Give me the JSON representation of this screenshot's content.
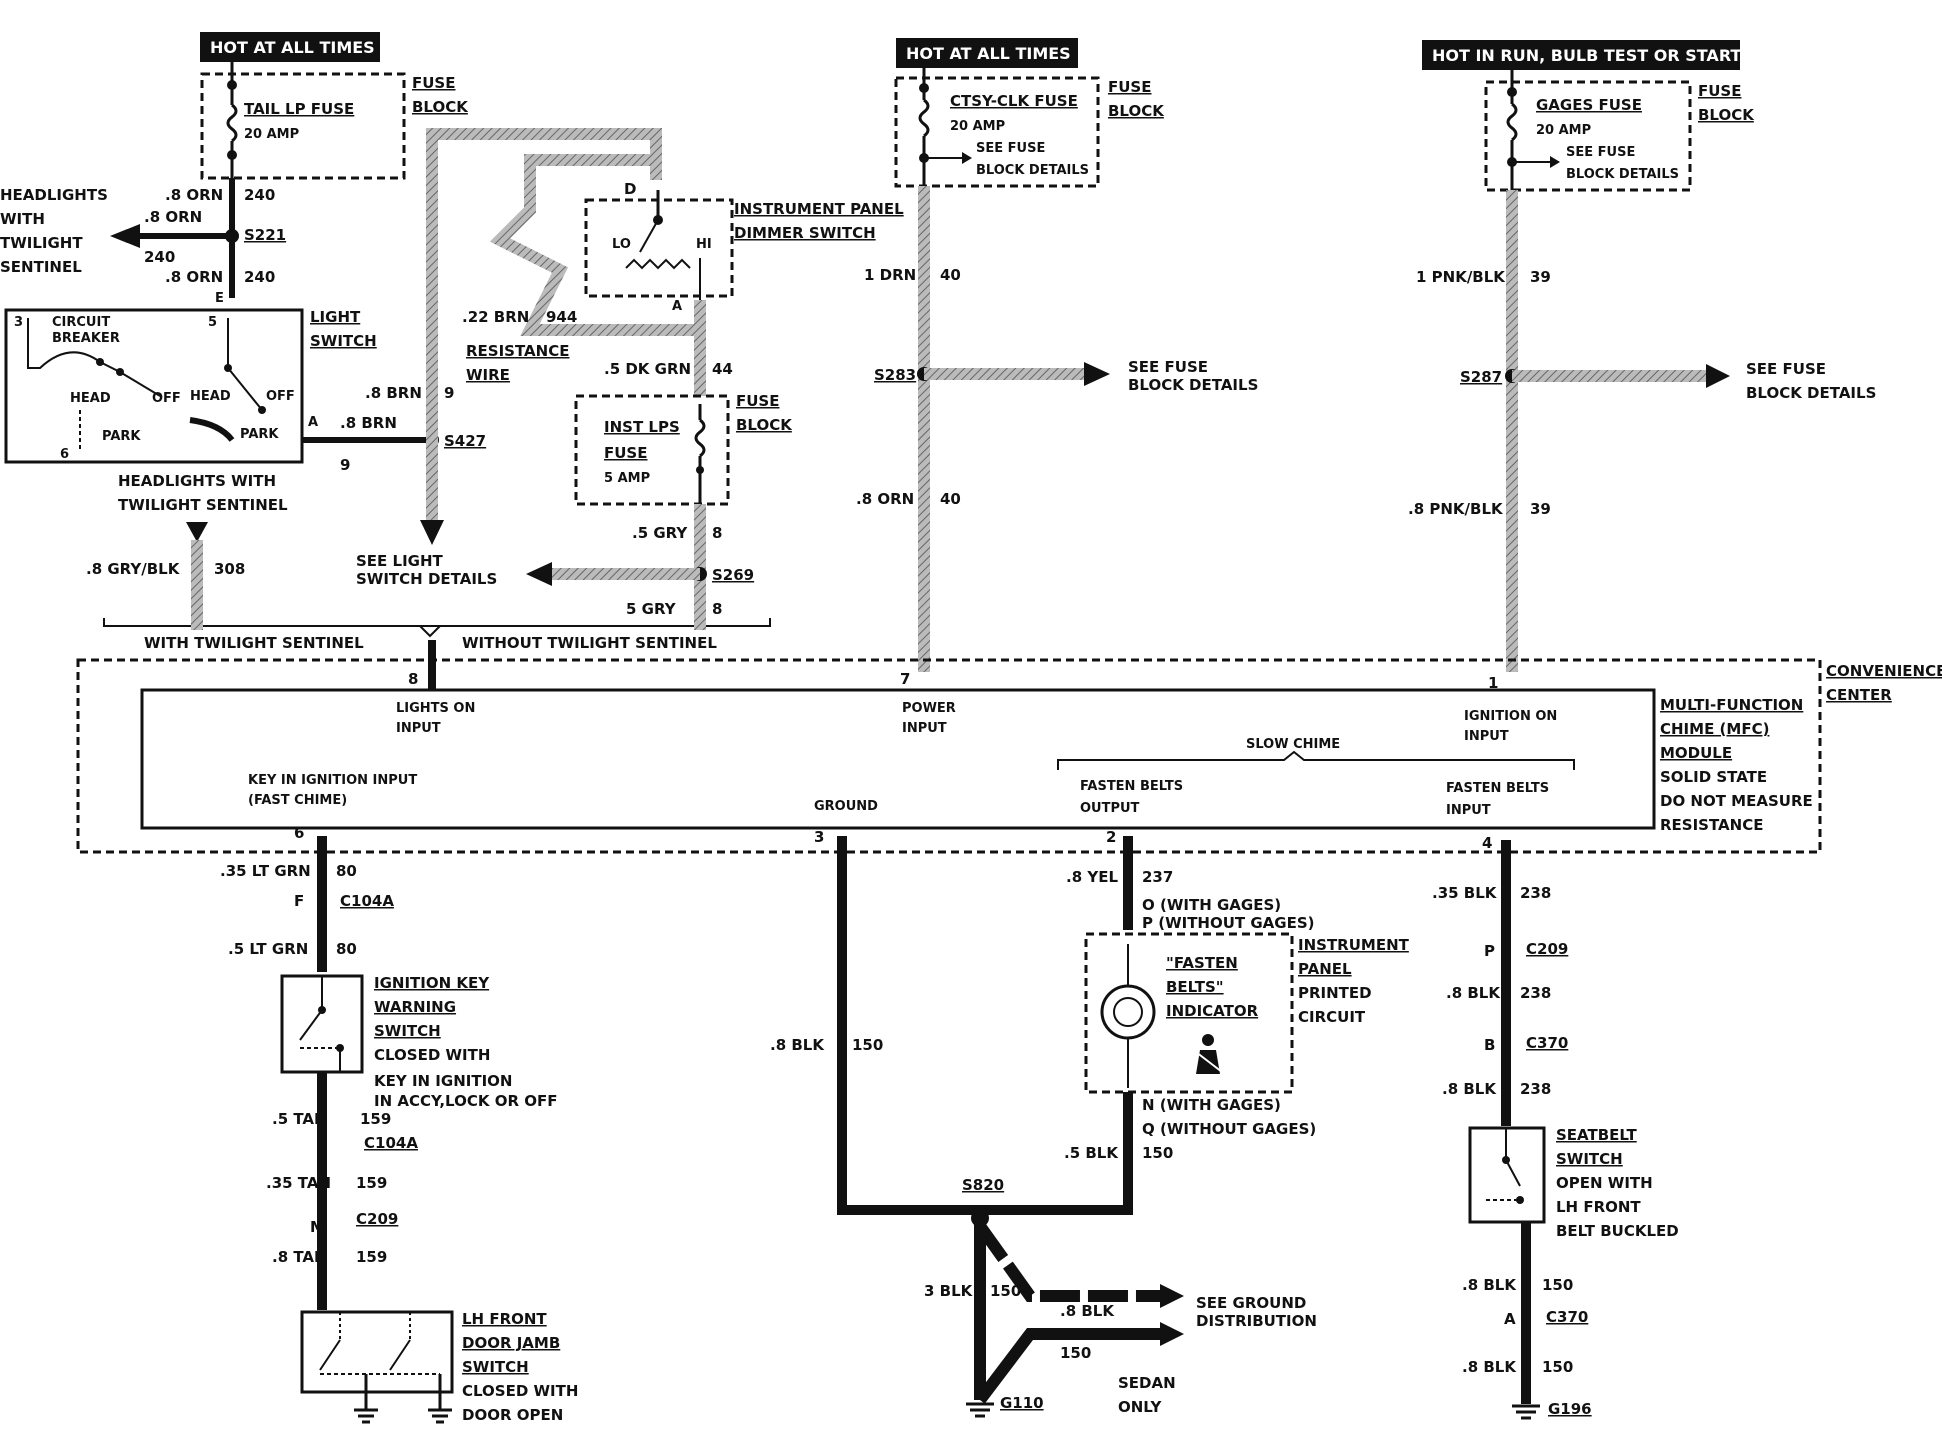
{
  "power_labels": [
    "HOT AT ALL TIMES",
    "HOT AT ALL TIMES",
    "HOT IN RUN, BULB TEST OR START"
  ],
  "fuse_block_word": "FUSE",
  "fuse_block_word2": "BLOCK",
  "tail_fuse": {
    "name": "TAIL LP FUSE",
    "amp": "20 AMP"
  },
  "ctsy_fuse": {
    "name": "CTSY-CLK FUSE",
    "amp": "20 AMP",
    "see1": "SEE FUSE",
    "see2": "BLOCK DETAILS"
  },
  "gages_fuse": {
    "name": "GAGES FUSE",
    "amp": "20 AMP",
    "see1": "SEE FUSE",
    "see2": "BLOCK DETAILS"
  },
  "inst_fuse": {
    "l1": "INST LPS",
    "l2": "FUSE",
    "amp": "5 AMP"
  },
  "headlights": {
    "l1": "HEADLIGHTS",
    "l2": "WITH",
    "l3": "TWILIGHT",
    "l4": "SENTINEL"
  },
  "light_switch": {
    "l1": "LIGHT",
    "l2": "SWITCH",
    "cb1": "CIRCUIT",
    "cb2": "BREAKER",
    "head": "HEAD",
    "off": "OFF",
    "park": "PARK",
    "p3": "3",
    "p5": "5",
    "p6": "6",
    "pE": "E",
    "pA": "A"
  },
  "headlights_tw": {
    "l1": "HEADLIGHTS WITH",
    "l2": "TWILIGHT SENTINEL"
  },
  "dimmer": {
    "l1": "INSTRUMENT PANEL",
    "l2": "DIMMER SWITCH",
    "d": "D",
    "lo": "LO",
    "hi": "HI",
    "a": "A"
  },
  "resistance": {
    "l1": "RESISTANCE",
    "l2": "WIRE"
  },
  "see_light": {
    "l1": "SEE LIGHT",
    "l2": "SWITCH DETAILS"
  },
  "see_fuse": {
    "l1": "SEE FUSE",
    "l2": "BLOCK DETAILS"
  },
  "wires": {
    "w240a": ".8 ORN",
    "c240a": "240",
    "w240b": ".8 ORN",
    "c240b": "240",
    "w240c": ".8 ORN",
    "c240c": "240",
    "w9a": ".8 BRN",
    "c9a": "9",
    "w9b": ".8 BRN",
    "c9b": "9",
    "w944": ".22 BRN",
    "c944": "944",
    "w44": ".5 DK GRN",
    "c44": "44",
    "w8a": ".5 GRY",
    "c8a": "8",
    "w8b": "5 GRY",
    "c8b": "8",
    "w308": ".8 GRY/BLK",
    "c308": "308",
    "w40a": "1 DRN",
    "c40a": "40",
    "w40b": ".8 ORN",
    "c40b": "40",
    "w39a": "1 PNK/BLK",
    "c39a": "39",
    "w39b": ".8 PNK/BLK",
    "c39b": "39",
    "w80a": ".35 LT GRN",
    "c80a": "80",
    "w80b": ".5 LT GRN",
    "c80b": "80",
    "w159a": ".5 TAN",
    "c159a": "159",
    "w159b": ".35 TAN",
    "c159b": "159",
    "w159c": ".8 TAN",
    "c159c": "159",
    "w150a": ".8 BLK",
    "c150a": "150",
    "w237": ".8 YEL",
    "c237": "237",
    "w150b": ".5 BLK",
    "c150b": "150",
    "w150c": "3 BLK",
    "c150c": "150",
    "w150d": ".8 BLK",
    "c150d": "150",
    "w238a": ".35 BLK",
    "c238a": "238",
    "w238b": ".8 BLK",
    "c238b": "238",
    "w238c": ".8 BLK",
    "c238c": "238",
    "w150e": ".8 BLK",
    "c150e": "150",
    "w150f": ".8 BLK",
    "c150f": "150"
  },
  "splices": {
    "s221": "S221",
    "s427": "S427",
    "s269": "S269",
    "s283": "S283",
    "s287": "S287",
    "s820": "S820"
  },
  "connectors": {
    "c104a": "C104A",
    "c104a2": "C104A",
    "c209": "C209",
    "c209b": "C209",
    "c370": "C370",
    "c370b": "C370",
    "pF": "F",
    "pE": "E",
    "pM": "M",
    "pP": "P",
    "pB": "B",
    "pA": "A"
  },
  "grounds": {
    "g110": "G110",
    "g196": "G196"
  },
  "sentinel": {
    "with": "WITH TWILIGHT SENTINEL",
    "without": "WITHOUT TWILIGHT SENTINEL"
  },
  "conv_center": {
    "l1": "CONVENIENCE",
    "l2": "CENTER"
  },
  "mfc": {
    "l1": "MULTI-FUNCTION",
    "l2": "CHIME (MFC)",
    "l3": "MODULE",
    "l4": "SOLID STATE",
    "l5": "DO NOT MEASURE",
    "l6": "RESISTANCE"
  },
  "pins": {
    "p8": "8",
    "lights_on1": "LIGHTS ON",
    "lights_on2": "INPUT",
    "p7": "7",
    "power1": "POWER",
    "power2": "INPUT",
    "p1": "1",
    "ign1": "IGNITION ON",
    "ign2": "INPUT",
    "slow": "SLOW CHIME",
    "key1": "KEY IN IGNITION  INPUT",
    "key2": "(FAST CHIME)",
    "ground": "GROUND",
    "fbo1": "FASTEN BELTS",
    "fbo2": "OUTPUT",
    "fbi1": "FASTEN BELTS",
    "fbi2": "INPUT",
    "p6": "6",
    "p3": "3",
    "p2": "2",
    "p4": "4"
  },
  "ign_switch": {
    "l1": "IGNITION KEY",
    "l2": "WARNING",
    "l3": "SWITCH",
    "l4": "CLOSED WITH",
    "l5": "KEY IN IGNITION",
    "l6": "IN ACCY,LOCK OR OFF"
  },
  "door_switch": {
    "l1": "LH FRONT",
    "l2": "DOOR JAMB",
    "l3": "SWITCH",
    "l4": "CLOSED WITH",
    "l5": "DOOR OPEN"
  },
  "fasten": {
    "o1": "O (WITH GAGES)",
    "o2": "P (WITHOUT GAGES)",
    "t1": "\"FASTEN",
    "t2": "BELTS\"",
    "t3": "INDICATOR",
    "ip1": "INSTRUMENT",
    "ip2": "PANEL",
    "ip3": "PRINTED",
    "ip4": "CIRCUIT",
    "n1": "N (WITH GAGES)",
    "n2": "Q (WITHOUT GAGES)"
  },
  "ground_dist": {
    "l1": "SEE GROUND",
    "l2": "DISTRIBUTION",
    "s1": "SEDAN",
    "s2": "ONLY"
  },
  "seatbelt": {
    "l1": "SEATBELT",
    "l2": "SWITCH",
    "l3": "OPEN WITH",
    "l4": "LH FRONT",
    "l5": "BELT BUCKLED"
  }
}
